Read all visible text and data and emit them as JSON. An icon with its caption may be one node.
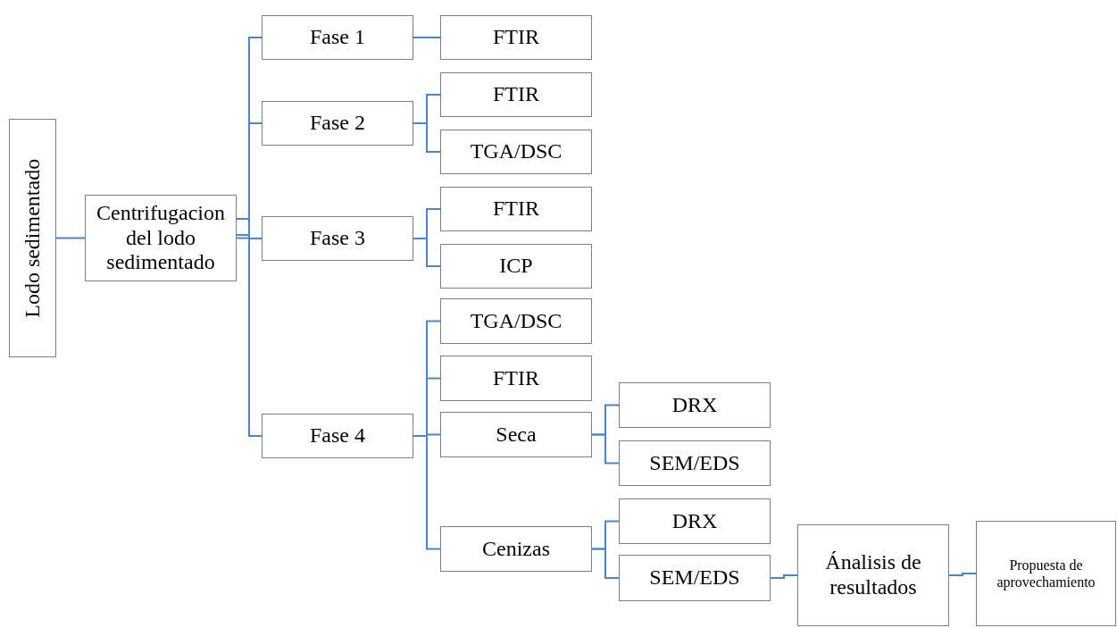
{
  "diagram": {
    "nodes": [
      {
        "text": [
          "Lodo sedimentado"
        ]
      },
      {
        "text": [
          "Centrifugacion del lodo sedimentado"
        ]
      },
      {
        "text": [
          "Fase 1"
        ]
      },
      {
        "text": [
          "FTIR"
        ]
      },
      {
        "text": [
          "Fase 2"
        ]
      },
      {
        "text": [
          "FTIR"
        ]
      },
      {
        "text": [
          "TGA/DSC"
        ]
      },
      {
        "text": [
          "Fase 3"
        ]
      },
      {
        "text": [
          "FTIR"
        ]
      },
      {
        "text": [
          "ICP"
        ]
      },
      {
        "text": [
          "Fase 4"
        ]
      },
      {
        "text": [
          "TGA/DSC"
        ]
      },
      {
        "text": [
          "FTIR"
        ]
      },
      {
        "text": [
          "Seca"
        ]
      },
      {
        "text": [
          "DRX"
        ]
      },
      {
        "text": [
          "SEM/EDS"
        ]
      },
      {
        "text": [
          "Cenizas"
        ]
      },
      {
        "text": [
          "DRX"
        ]
      },
      {
        "text": [
          "SEM/EDS"
        ]
      },
      {
        "text": [
          "Ánalisis de resultados"
        ]
      },
      {
        "text": [
          "Propuesta de aprovechamiento"
        ]
      }
    ],
    "edges": [
      {
        "from": 0,
        "to": 1,
        "arrow": "none"
      },
      {
        "from": 1,
        "to": 2,
        "arrow": "none"
      },
      {
        "from": 1,
        "to": 4,
        "arrow": "none"
      },
      {
        "from": 1,
        "to": 7,
        "arrow": "none"
      },
      {
        "from": 1,
        "to": 10,
        "arrow": "none"
      },
      {
        "from": 2,
        "to": 3,
        "arrow": "none"
      },
      {
        "from": 4,
        "to": 5,
        "arrow": "none"
      },
      {
        "from": 4,
        "to": 6,
        "arrow": "none"
      },
      {
        "from": 7,
        "to": 8,
        "arrow": "none"
      },
      {
        "from": 7,
        "to": 9,
        "arrow": "none"
      },
      {
        "from": 10,
        "to": 11,
        "arrow": "none"
      },
      {
        "from": 10,
        "to": 12,
        "arrow": "none"
      },
      {
        "from": 10,
        "to": 13,
        "arrow": "none"
      },
      {
        "from": 10,
        "to": 16,
        "arrow": "none"
      },
      {
        "from": 13,
        "to": 14,
        "arrow": "none"
      },
      {
        "from": 13,
        "to": 15,
        "arrow": "none"
      },
      {
        "from": 16,
        "to": 17,
        "arrow": "none"
      },
      {
        "from": 16,
        "to": 18,
        "arrow": "none"
      },
      {
        "from": 18,
        "to": 19,
        "arrow": "none"
      },
      {
        "from": 19,
        "to": 20,
        "arrow": "none"
      }
    ]
  }
}
